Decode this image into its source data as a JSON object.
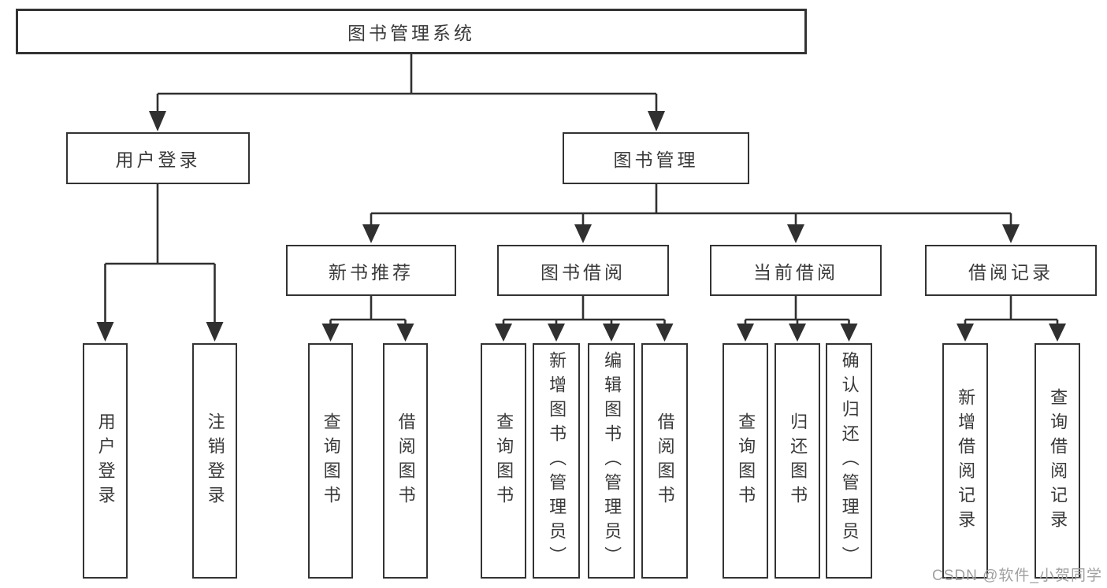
{
  "diagram": {
    "root": {
      "label": "图书管理系统"
    },
    "branches": [
      {
        "label": "用户登录",
        "children": [
          {
            "label": "用户登录"
          },
          {
            "label": "注销登录"
          }
        ]
      },
      {
        "label": "图书管理",
        "children": [
          {
            "label": "新书推荐",
            "children": [
              {
                "label": "查询图书"
              },
              {
                "label": "借阅图书"
              }
            ]
          },
          {
            "label": "图书借阅",
            "children": [
              {
                "label": "查询图书"
              },
              {
                "label": "新增图书（管理员）"
              },
              {
                "label": "编辑图书（管理员）"
              },
              {
                "label": "借阅图书"
              }
            ]
          },
          {
            "label": "当前借阅",
            "children": [
              {
                "label": "查询图书"
              },
              {
                "label": "归还图书"
              },
              {
                "label": "确认归还（管理员）"
              }
            ]
          },
          {
            "label": "借阅记录",
            "children": [
              {
                "label": "新增借阅记录"
              },
              {
                "label": "查询借阅记录"
              }
            ]
          }
        ]
      }
    ]
  },
  "watermark": {
    "text": "CSDN @软件_小贺同学"
  },
  "colors": {
    "line": "#303030",
    "border": "#333333",
    "text": "#3a3a3a",
    "watermark": "#a0a0a0",
    "background": "#ffffff"
  }
}
